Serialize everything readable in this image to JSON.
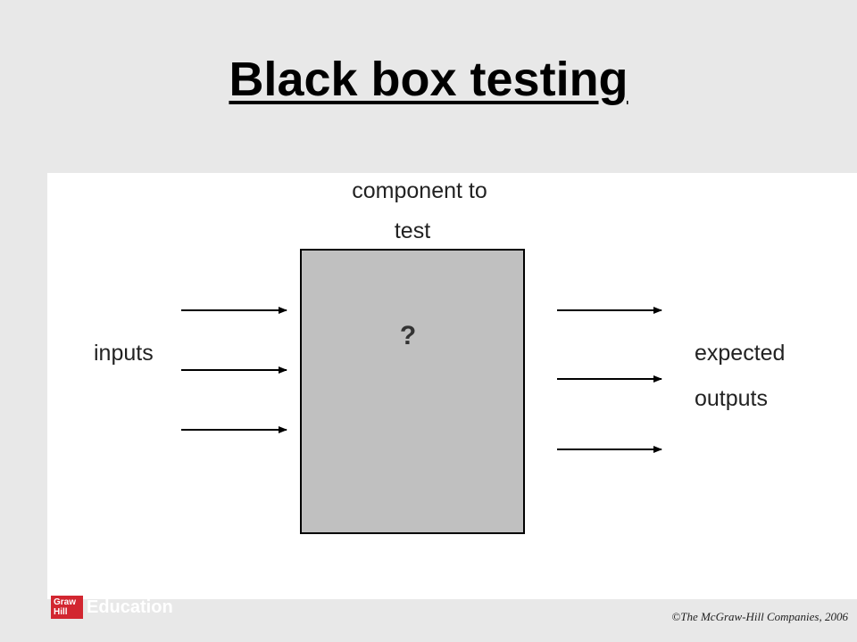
{
  "slide": {
    "title": "Black box testing",
    "copyright": "©The McGraw-Hill Companies, 2006"
  },
  "diagram": {
    "component_label_line1": "component to",
    "component_label_line2": "test",
    "box_symbol": "?",
    "inputs_label": "inputs",
    "outputs_label_line1": "expected",
    "outputs_label_line2": "outputs",
    "input_arrow_count": 3,
    "output_arrow_count": 3,
    "box_fill": "#c0c0c0",
    "arrow_color": "#000000"
  },
  "footer": {
    "logo_mark": "Graw Hill",
    "logo_word": "Education",
    "logo_color": "#d22630"
  }
}
